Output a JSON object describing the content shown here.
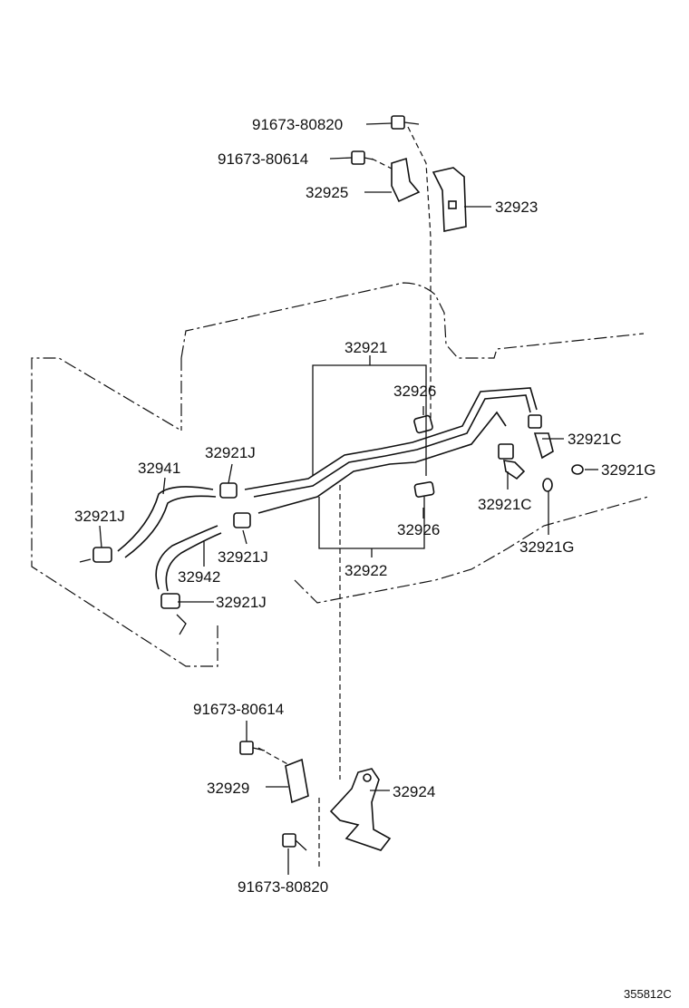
{
  "labels": {
    "bolt_top_1": "91673-80820",
    "bolt_top_2": "91673-80614",
    "clamp_top": "32925",
    "bracket_top": "32923",
    "tube_upper": "32921",
    "sleeve_upper": "32926",
    "hose_left": "32941",
    "clip_1": "32921J",
    "clip_2": "32921J",
    "hose_mid": "32942",
    "clip_3": "32921J",
    "clip_4": "32921J",
    "union_right": "32921C",
    "gasket_right": "32921G",
    "union_mid": "32921C",
    "gasket_mid": "32921G",
    "sleeve_lower": "32926",
    "tube_lower": "32922",
    "bolt_bottom_1": "91673-80614",
    "clamp_bottom": "32929",
    "bracket_bottom": "32924",
    "bolt_bottom_2": "91673-80820"
  },
  "figure_id": "355812C"
}
